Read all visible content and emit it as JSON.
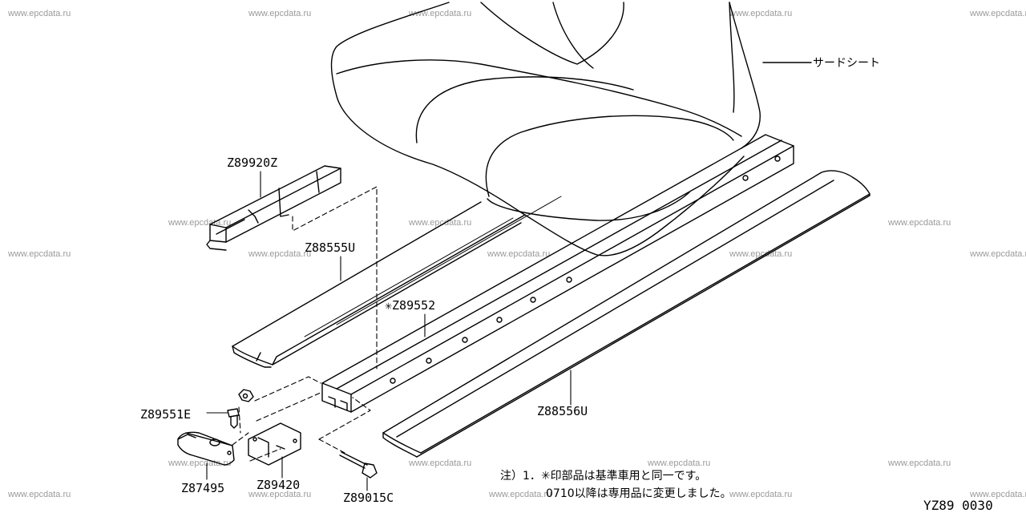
{
  "watermark": "www.epcdata.ru",
  "labels": {
    "side_seat": "サードシート",
    "z89920z": "Z89920Z",
    "z88555u": "Z88555U",
    "z89552": "✳Z89552",
    "z89551e": "Z89551E",
    "z88556u": "Z88556U",
    "z87495": "Z87495",
    "z89420": "Z89420",
    "z89015c": "Z89015C"
  },
  "note": {
    "line1": "注）1．✳印部品は基準車用と同一です。",
    "line2": "0710以降は専用品に変更しました。"
  },
  "diagram_code": "YZ89 0030"
}
